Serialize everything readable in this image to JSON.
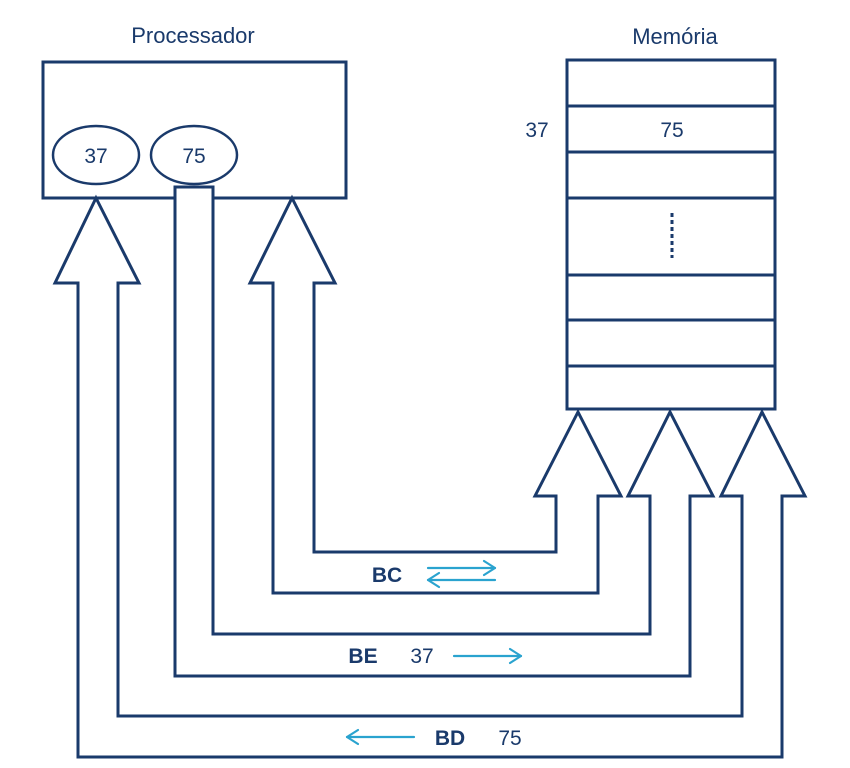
{
  "colors": {
    "primary": "#1a3a6b",
    "accent": "#2aa3cf",
    "background": "#ffffff"
  },
  "processor": {
    "title": "Processador",
    "registers": [
      "37",
      "75"
    ]
  },
  "memory": {
    "title": "Memória",
    "address": "37",
    "content": "75"
  },
  "buses": {
    "control": {
      "label": "BC",
      "direction": "bidirectional"
    },
    "address": {
      "label": "BE",
      "value": "37",
      "direction": "right"
    },
    "data": {
      "label": "BD",
      "value": "75",
      "direction": "left"
    }
  }
}
